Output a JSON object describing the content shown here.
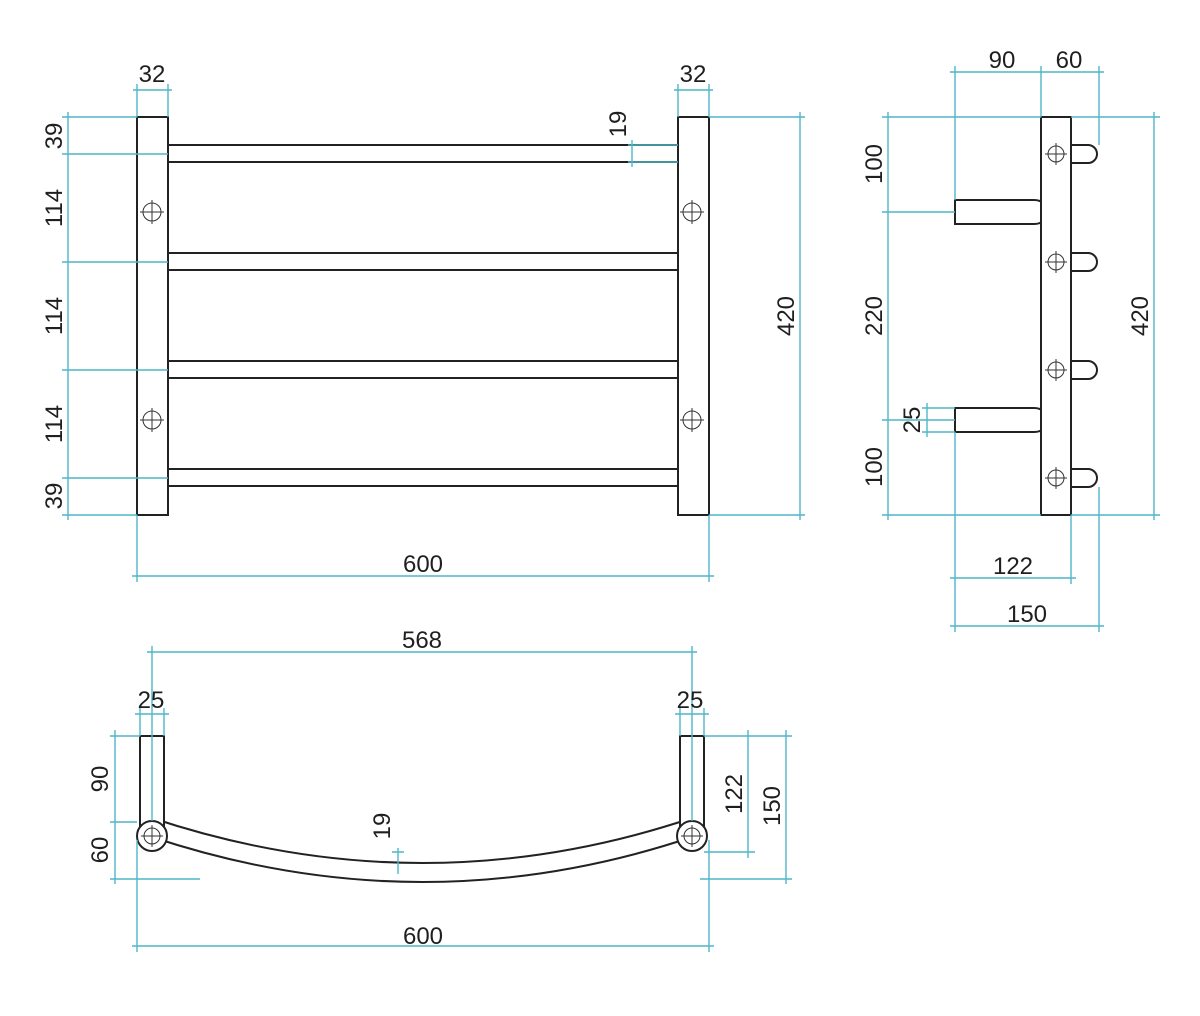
{
  "colors": {
    "dimension_line": "#4fb6c9",
    "outline": "#222222",
    "background": "#ffffff"
  },
  "icons": {
    "fixing_point": "mounting-hole-crosshair-icon"
  },
  "front_view": {
    "post_width_left": "32",
    "post_width_right": "32",
    "rail_diameter": "19",
    "spacing_top": "39",
    "spacing_1": "114",
    "spacing_2": "114",
    "spacing_3": "114",
    "spacing_bottom": "39",
    "overall_height": "420",
    "overall_width": "600"
  },
  "side_view": {
    "standoff_bracket": "90",
    "rail_projection": "60",
    "top_offset": "100",
    "bracket_spacing": "220",
    "bracket_diameter": "25",
    "bottom_offset": "100",
    "overall_height": "420",
    "depth_to_rail": "122",
    "overall_depth": "150"
  },
  "top_view": {
    "inner_span": "568",
    "post_diameter_left": "25",
    "post_diameter_right": "25",
    "bracket_depth": "90",
    "rail_depth": "60",
    "depth_to_rail": "122",
    "overall_depth": "150",
    "rail_diameter": "19",
    "overall_width": "600"
  }
}
